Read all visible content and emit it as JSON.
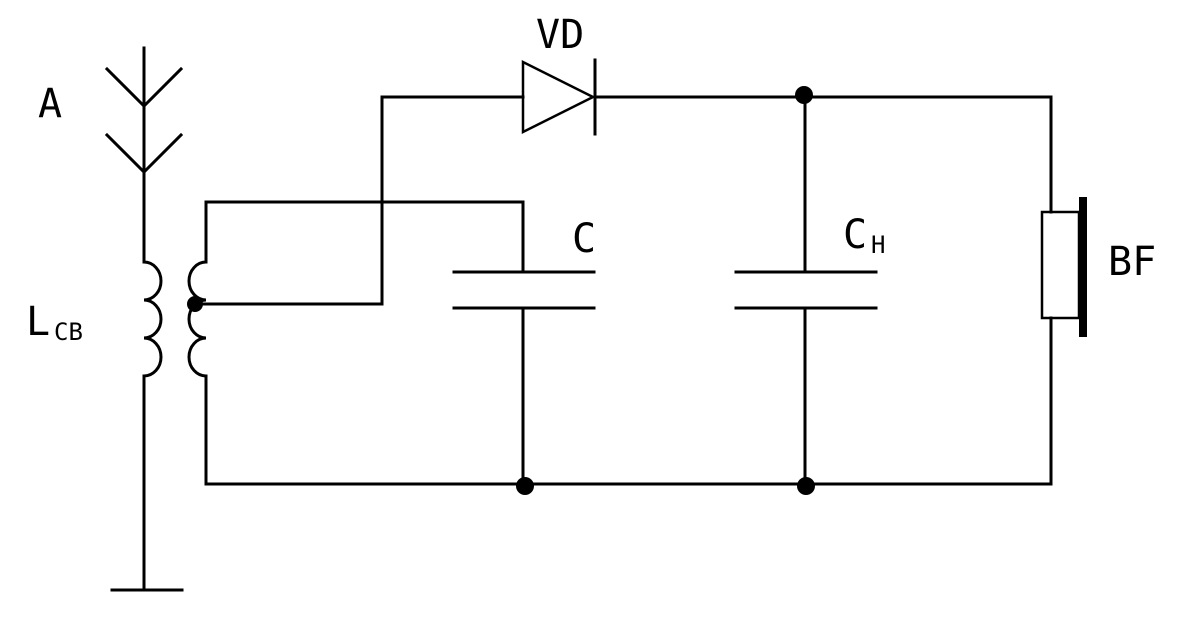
{
  "components": {
    "antenna": {
      "label": "A"
    },
    "coil": {
      "label": "L",
      "sub": "CB"
    },
    "diode": {
      "label": "VD"
    },
    "tuning_capacitor": {
      "label": "C"
    },
    "filter_capacitor": {
      "label": "C",
      "sub": "H"
    },
    "headphone": {
      "label": "BF"
    }
  }
}
